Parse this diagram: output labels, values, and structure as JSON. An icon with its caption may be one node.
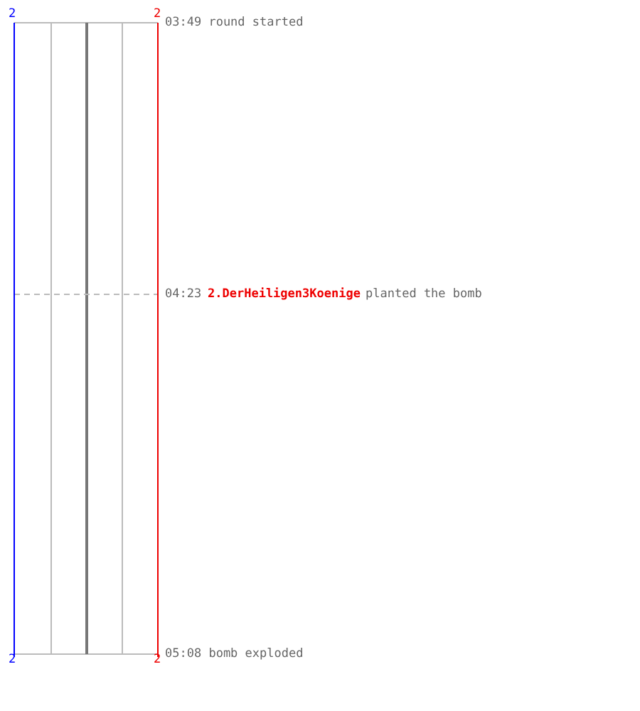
{
  "diagram": {
    "labels": [
      "2",
      "2",
      "03:49 round started",
      "04:23",
      "2.DerHeiligen3Koenige",
      "planted the bomb",
      "2",
      "2",
      "05:08 bomb exploded"
    ]
  }
}
